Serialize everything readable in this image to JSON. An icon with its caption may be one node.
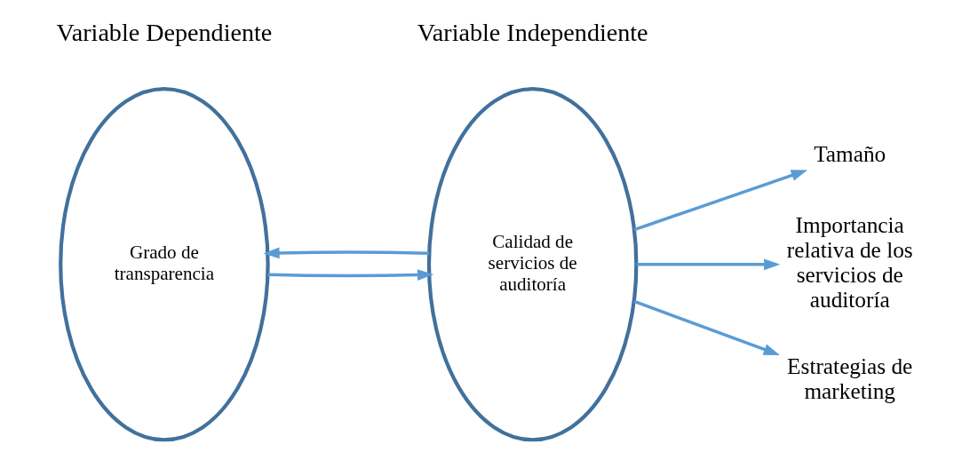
{
  "diagram": {
    "nodes": [
      {
        "text": [
          "Grado de transparencia"
        ]
      },
      {
        "text": [
          "Calidad de servicios de auditoría"
        ]
      },
      {
        "text": [
          "Tamaño"
        ]
      },
      {
        "text": [
          "Importancia relativa de los servicios de auditoría"
        ]
      },
      {
        "text": [
          "Estrategias de marketing"
        ]
      }
    ],
    "edges": [
      {
        "from": 0,
        "to": 1,
        "arrow": "to"
      },
      {
        "from": 1,
        "to": 0,
        "arrow": "to"
      },
      {
        "from": 1,
        "to": 2,
        "arrow": "to"
      },
      {
        "from": 1,
        "to": 3,
        "arrow": "to"
      },
      {
        "from": 1,
        "to": 4,
        "arrow": "to"
      }
    ],
    "labels": [
      "Variable Dependiente",
      "Variable Independiente"
    ]
  }
}
